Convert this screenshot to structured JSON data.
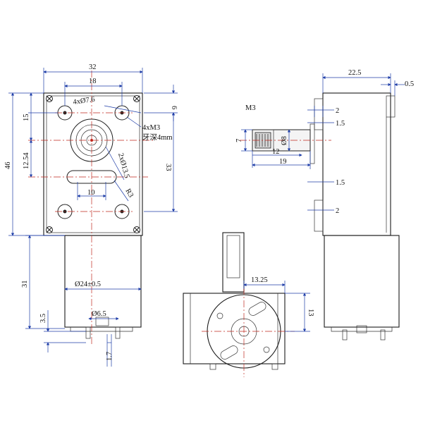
{
  "front_view": {
    "width_total": "32",
    "hole_spacing": "18",
    "mount_holes": "4xØ7.6",
    "screw_callout": "4xM3",
    "thread_depth": "牙深4mm",
    "top_offset": "6",
    "upper_hole_to_shaft": "15",
    "shaft_to_slot": "12.54",
    "height_total": "46",
    "hole_pitch_vertical": "33",
    "shaft_boss": "2xØ13.5",
    "slot_width": "10",
    "slot_radius": "R3",
    "motor_diameter": "Ø24±0.5",
    "motor_length": "31",
    "terminal_height": "3.5",
    "terminal_width": "Ø6.5",
    "terminal_thickness": "1.7"
  },
  "side_view": {
    "thread_label": "M3",
    "shaft_diameter": "Ø8",
    "shaft_flat": "7",
    "shaft_length_short": "12",
    "shaft_length_long": "19",
    "body_depth": "22.5",
    "edge_offset": "0.5",
    "step_top_a": "2",
    "step_top_b": "1.5",
    "step_bottom_a": "1.5",
    "step_bottom_b": "2"
  },
  "bottom_view": {
    "end_width": "13.25",
    "end_height": "13"
  }
}
